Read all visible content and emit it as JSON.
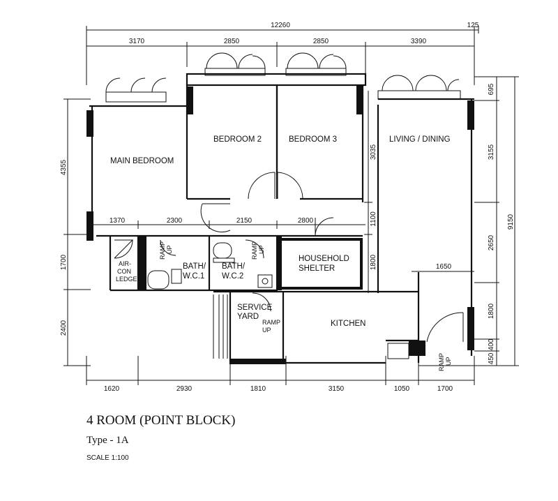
{
  "title": "4 ROOM (POINT BLOCK)",
  "subtitle": "Type - 1A",
  "scale": "SCALE 1:100",
  "rooms": {
    "main_bedroom": "MAIN BEDROOM",
    "bedroom2": "BEDROOM 2",
    "bedroom3": "BEDROOM 3",
    "living": "LIVING / DINING",
    "household_line1": "HOUSEHOLD",
    "household_line2": "SHELTER",
    "bath1_line1": "BATH/",
    "bath1_line2": "W.C.1",
    "bath2_line1": "BATH/",
    "bath2_line2": "W.C.2",
    "aircon_line1": "AIR-",
    "aircon_line2": "CON",
    "aircon_line3": "LEDGE",
    "service_line1": "SERVICE",
    "service_line2": "YARD",
    "kitchen": "KITCHEN",
    "ramp_up_line1": "RAMP",
    "ramp_up_line2": "UP"
  },
  "dimensions": {
    "top_overall": "12260",
    "top_extra": "125",
    "top_segments": [
      "3170",
      "2850",
      "2850",
      "3390"
    ],
    "mid_segments": [
      "1370",
      "2300",
      "2150",
      "2800"
    ],
    "kitchen_width": "1650",
    "bottom_segments": [
      "1620",
      "2930",
      "1810",
      "3150",
      "1050",
      "1700"
    ],
    "left_segments": [
      "4355",
      "1700",
      "2400"
    ],
    "right_inner": [
      "695",
      "3155",
      "2650",
      "1800",
      "400",
      "450"
    ],
    "right_overall": "9150",
    "inner_vertical": [
      "3035",
      "1100",
      "1800"
    ]
  }
}
